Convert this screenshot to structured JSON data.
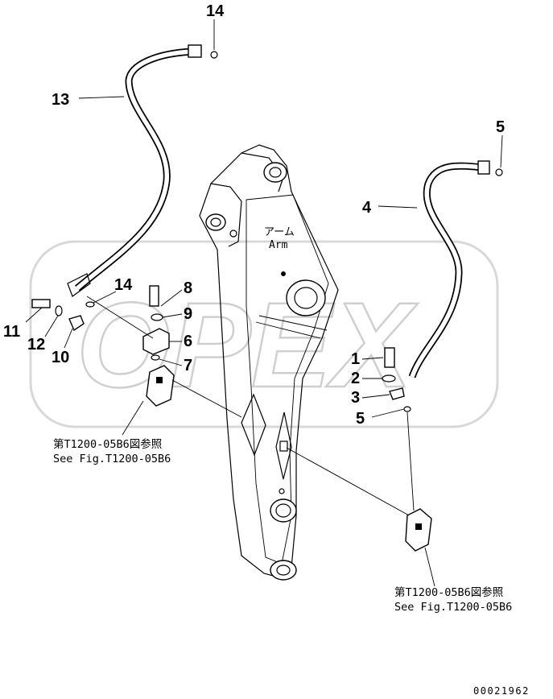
{
  "callouts": {
    "c14_top": "14",
    "c13": "13",
    "c5_top": "5",
    "c4": "4",
    "c14_mid": "14",
    "c8": "8",
    "c9": "9",
    "c6": "6",
    "c7": "7",
    "c11": "11",
    "c12": "12",
    "c10": "10",
    "c1": "1",
    "c2": "2",
    "c3": "3",
    "c5_bot": "5"
  },
  "arm_label": {
    "jp": "アーム",
    "en": "Arm"
  },
  "notes": {
    "left_jp": "第T1200-05B6図参照",
    "left_en": "See Fig.T1200-05B6",
    "right_jp": "第T1200-05B6図参照",
    "right_en": "See Fig.T1200-05B6"
  },
  "watermark": "OPEX",
  "doc_number": "00021962"
}
